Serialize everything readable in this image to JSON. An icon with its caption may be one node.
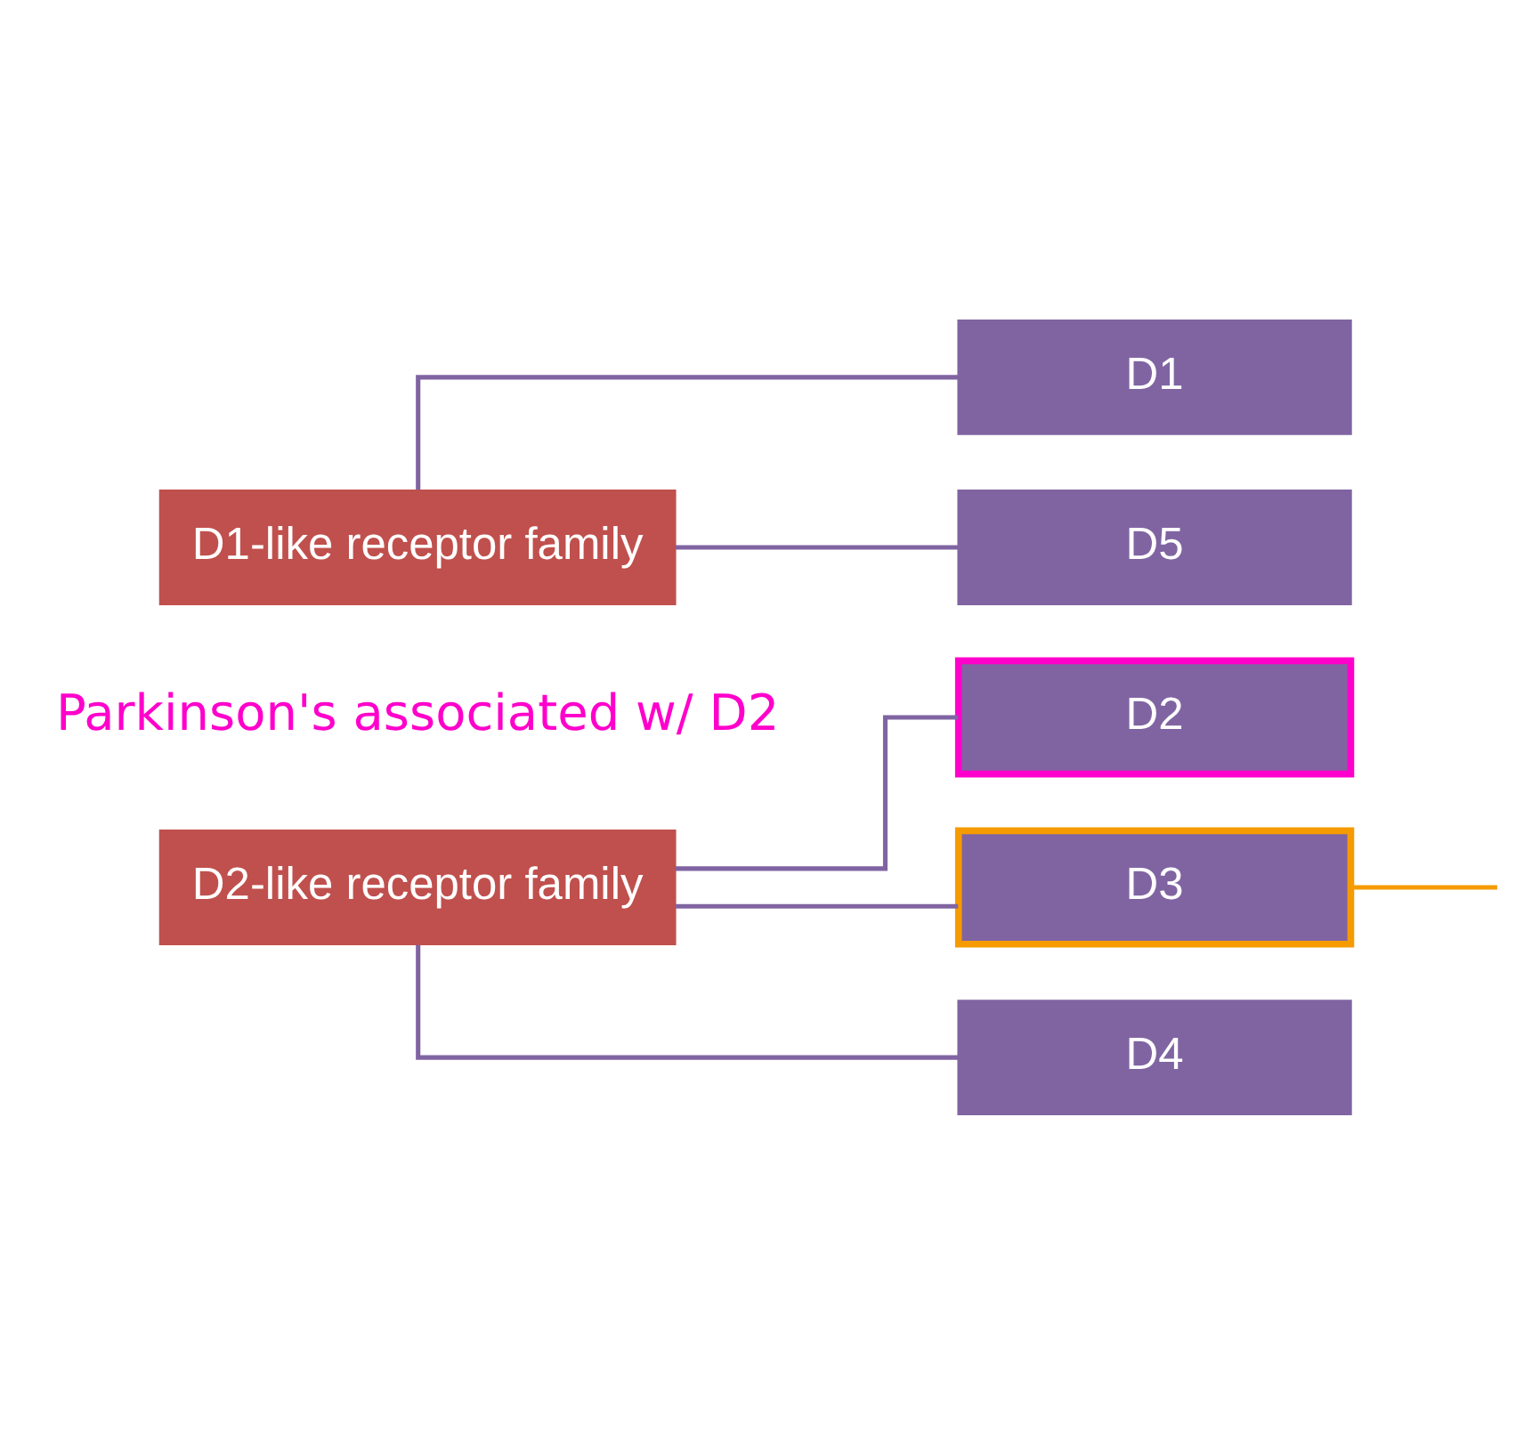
{
  "diagram": {
    "nodes": [
      {
        "text": [
          "D1-like receptor family"
        ]
      },
      {
        "text": [
          "D1"
        ]
      },
      {
        "text": [
          "D5"
        ]
      },
      {
        "text": [
          "D2-like receptor family"
        ]
      },
      {
        "text": [
          "D2"
        ]
      },
      {
        "text": [
          "D3"
        ]
      },
      {
        "text": [
          "D4"
        ]
      }
    ],
    "edges": [
      {
        "from": 0,
        "to": 1,
        "arrow": "none"
      },
      {
        "from": 0,
        "to": 2,
        "arrow": "none"
      },
      {
        "from": 3,
        "to": 4,
        "arrow": "none"
      },
      {
        "from": 3,
        "to": 5,
        "arrow": "none"
      },
      {
        "from": 3,
        "to": 6,
        "arrow": "none"
      },
      {
        "from": 5,
        "to": null,
        "arrow": "none",
        "color": "#f59b00"
      }
    ],
    "labels": [
      "Parkinson's associated w/ D2"
    ]
  }
}
